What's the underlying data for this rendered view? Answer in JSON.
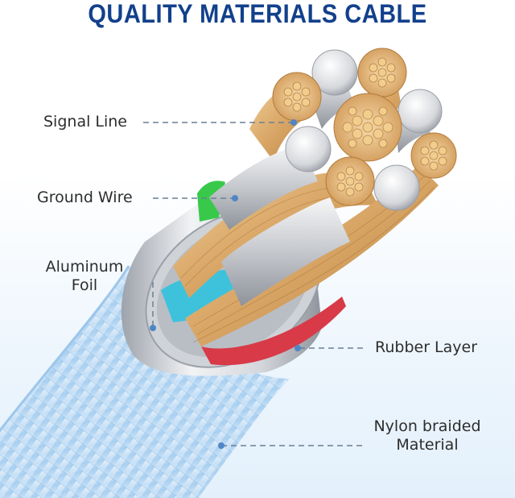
{
  "title": "QUALITY MATERIALS CABLE",
  "labels": {
    "signal_line": "Signal Line",
    "ground_wire": "Ground Wire",
    "aluminum_foil_line1": "Aluminum",
    "aluminum_foil_line2": "Foil",
    "rubber_layer": "Rubber Layer",
    "nylon_line1": "Nylon braided",
    "nylon_line2": "Material"
  },
  "colors": {
    "title": "#12408c",
    "copper": "#d8a565",
    "silver": "#c9ccd2",
    "nylon_braid": "#a8cff0",
    "green_core": "#39c94a",
    "cyan_core": "#3ec2dc",
    "red_core": "#d83a48",
    "leader_line": "#6a7f95"
  }
}
